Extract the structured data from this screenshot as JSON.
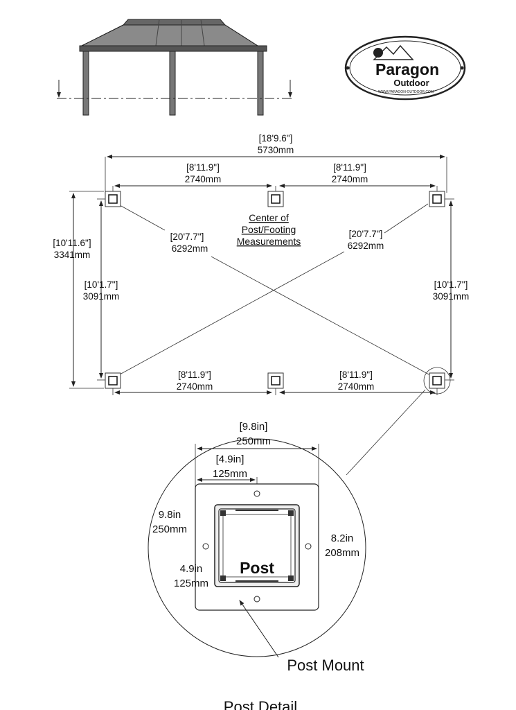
{
  "logo": {
    "brand": "Paragon",
    "sub": "Outdoor",
    "url": "WWW.PARAGON-OUTDOOR.COM"
  },
  "plan": {
    "overall_width": {
      "imperial": "[18'9.6\"]",
      "metric": "5730mm"
    },
    "top_left_span": {
      "imperial": "[8'11.9\"]",
      "metric": "2740mm"
    },
    "top_right_span": {
      "imperial": "[8'11.9\"]",
      "metric": "2740mm"
    },
    "bottom_left_span": {
      "imperial": "[8'11.9\"]",
      "metric": "2740mm"
    },
    "bottom_right_span": {
      "imperial": "[8'11.9\"]",
      "metric": "2740mm"
    },
    "overall_depth": {
      "imperial": "[10'11.6\"]",
      "metric": "3341mm"
    },
    "left_post_depth": {
      "imperial": "[10'1.7\"]",
      "metric": "3091mm"
    },
    "right_post_depth": {
      "imperial": "[10'1.7\"]",
      "metric": "3091mm"
    },
    "diag_left": {
      "imperial": "[20'7.7\"]",
      "metric": "6292mm"
    },
    "diag_right": {
      "imperial": "[20'7.7\"]",
      "metric": "6292mm"
    },
    "center_note": [
      "Center of",
      "Post/Footing",
      "Measurements"
    ]
  },
  "detail": {
    "plate_width": {
      "imperial": "[9.8in]",
      "metric": "250mm"
    },
    "half_width": {
      "imperial": "[4.9in]",
      "metric": "125mm"
    },
    "plate_height": {
      "imperial": "9.8in",
      "metric": "250mm"
    },
    "half_height": {
      "imperial": "4.9in",
      "metric": "125mm"
    },
    "hole_span": {
      "imperial": "8.2in",
      "metric": "208mm"
    },
    "post_label": "Post",
    "mount_label": "Post Mount",
    "title": "Post Detail"
  }
}
